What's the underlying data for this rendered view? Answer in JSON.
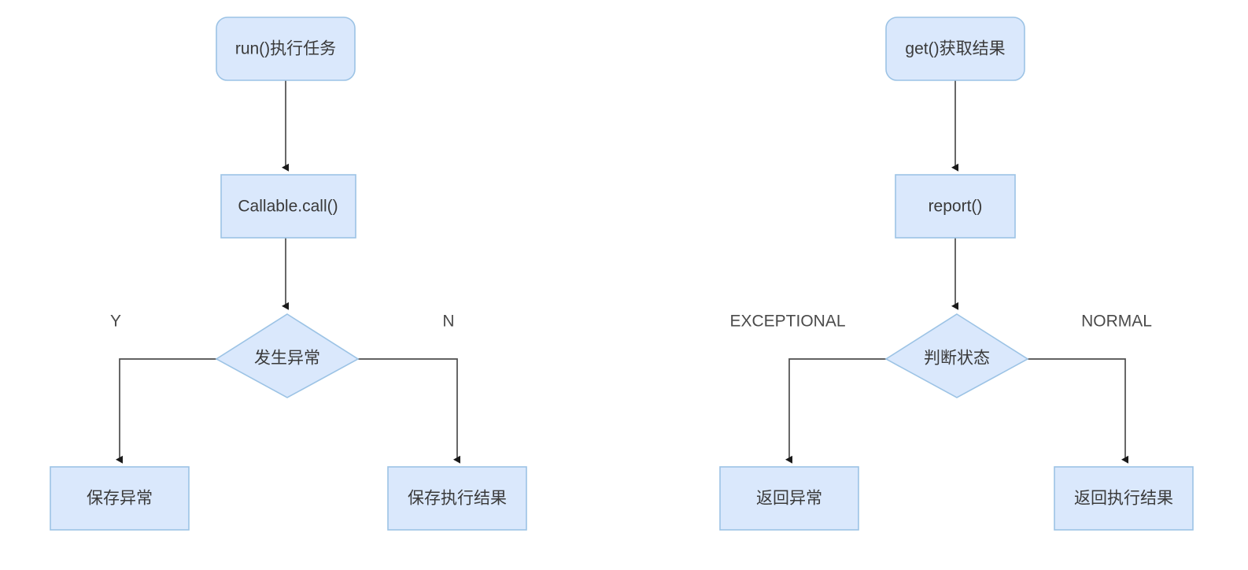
{
  "diagram": {
    "type": "flowchart",
    "background_color": "#ffffff",
    "node_fill_color": "#dae8fc",
    "node_stroke_color": "#9cc3e5",
    "edge_color": "#4d4d4d",
    "text_color": "#3a3a3a",
    "flows": [
      {
        "id": "execute-flow",
        "nodes": [
          {
            "id": "run-task",
            "shape": "rounded-rect",
            "label": "run()执行任务"
          },
          {
            "id": "callable-call",
            "shape": "rect",
            "label": "Callable.call()"
          },
          {
            "id": "exception-check",
            "shape": "diamond",
            "label": "发生异常"
          },
          {
            "id": "save-exception",
            "shape": "rect",
            "label": "保存异常"
          },
          {
            "id": "save-result",
            "shape": "rect",
            "label": "保存执行结果"
          }
        ],
        "edges": [
          {
            "from": "run-task",
            "to": "callable-call",
            "label": ""
          },
          {
            "from": "callable-call",
            "to": "exception-check",
            "label": ""
          },
          {
            "from": "exception-check",
            "to": "save-exception",
            "label": "Y"
          },
          {
            "from": "exception-check",
            "to": "save-result",
            "label": "N"
          }
        ]
      },
      {
        "id": "result-flow",
        "nodes": [
          {
            "id": "get-result",
            "shape": "rounded-rect",
            "label": "get()获取结果"
          },
          {
            "id": "report",
            "shape": "rect",
            "label": "report()"
          },
          {
            "id": "state-check",
            "shape": "diamond",
            "label": "判断状态"
          },
          {
            "id": "return-exception",
            "shape": "rect",
            "label": "返回异常"
          },
          {
            "id": "return-result",
            "shape": "rect",
            "label": "返回执行结果"
          }
        ],
        "edges": [
          {
            "from": "get-result",
            "to": "report",
            "label": ""
          },
          {
            "from": "report",
            "to": "state-check",
            "label": ""
          },
          {
            "from": "state-check",
            "to": "return-exception",
            "label": "EXCEPTIONAL"
          },
          {
            "from": "state-check",
            "to": "return-result",
            "label": "NORMAL"
          }
        ]
      }
    ]
  }
}
